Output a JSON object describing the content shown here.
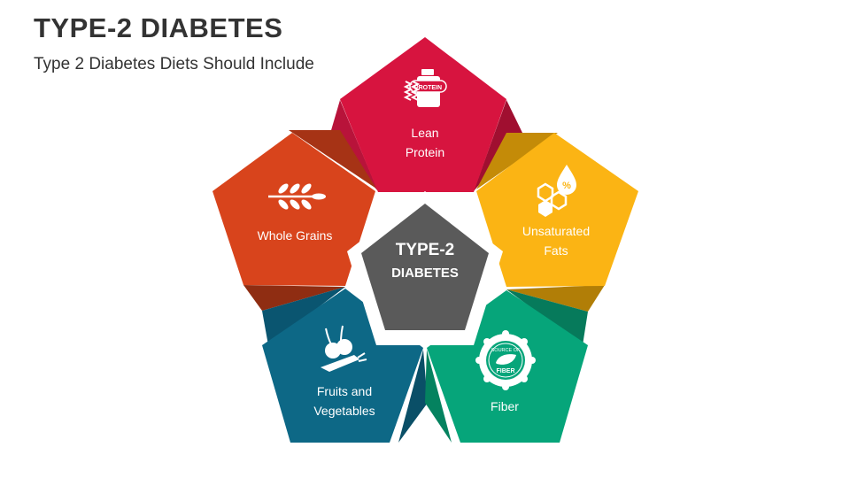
{
  "header": {
    "title": "TYPE-2 DIABETES",
    "subtitle": "Type 2 Diabetes Diets Should Include"
  },
  "center": {
    "line1": "TYPE-2",
    "line2": "DIABETES",
    "color": "#5a5a5a"
  },
  "segments": [
    {
      "id": "lean-protein",
      "lines": [
        "Lean",
        "Protein"
      ],
      "icon": "protein-jar-icon",
      "color": "#d7143f",
      "shade": "#9a0f2e"
    },
    {
      "id": "unsaturated-fats",
      "lines": [
        "Unsaturated",
        "Fats"
      ],
      "icon": "fat-drop-molecule-icon",
      "color": "#fbb414",
      "shade": "#c38a08"
    },
    {
      "id": "fiber",
      "lines": [
        "Fiber"
      ],
      "icon": "fiber-badge-icon",
      "color": "#06a57a",
      "shade": "#057a59",
      "badge_top": "SOURCE OF",
      "badge_main": "FIBER"
    },
    {
      "id": "fruits-and-vegetables",
      "lines": [
        "Fruits and",
        "Vegetables"
      ],
      "icon": "fruits-vegetables-icon",
      "color": "#0d6886",
      "shade": "#0a4e66"
    },
    {
      "id": "whole-grains",
      "lines": [
        "Whole Grains"
      ],
      "icon": "wheat-icon",
      "color": "#d8441c",
      "shade": "#a13214"
    }
  ],
  "icon_labels": {
    "protein_jar_text": "PROTEIN"
  }
}
